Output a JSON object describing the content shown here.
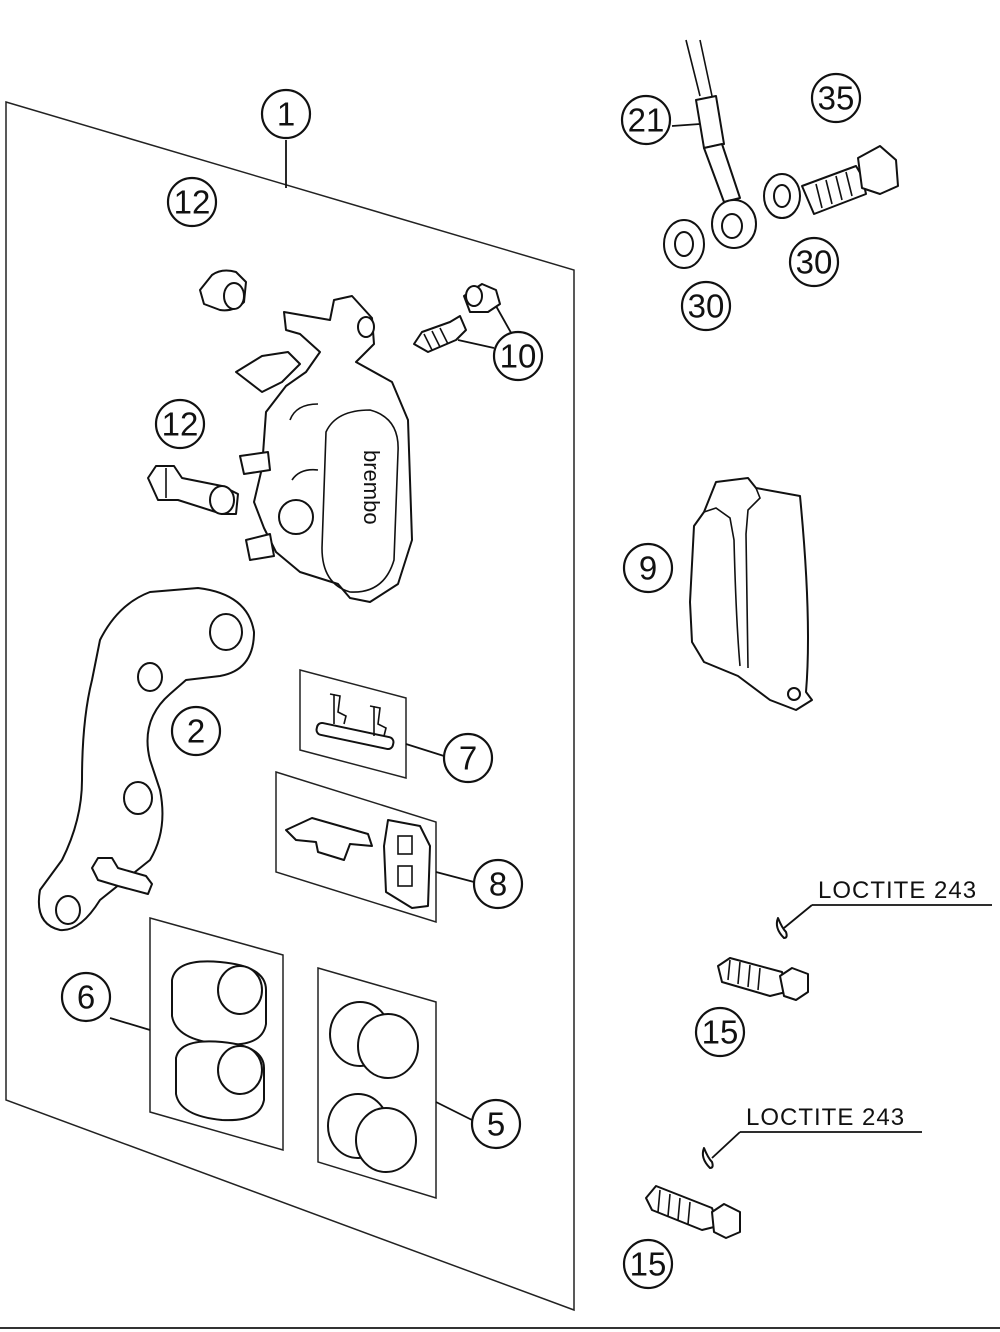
{
  "diagram": {
    "callouts": [
      {
        "id": "c1",
        "label": "1"
      },
      {
        "id": "c12a",
        "label": "12"
      },
      {
        "id": "c10",
        "label": "10"
      },
      {
        "id": "c12b",
        "label": "12"
      },
      {
        "id": "c2",
        "label": "2"
      },
      {
        "id": "c7",
        "label": "7"
      },
      {
        "id": "c8",
        "label": "8"
      },
      {
        "id": "c6",
        "label": "6"
      },
      {
        "id": "c5",
        "label": "5"
      },
      {
        "id": "c21",
        "label": "21"
      },
      {
        "id": "c35",
        "label": "35"
      },
      {
        "id": "c30a",
        "label": "30"
      },
      {
        "id": "c30b",
        "label": "30"
      },
      {
        "id": "c9",
        "label": "9"
      },
      {
        "id": "c15a",
        "label": "15"
      },
      {
        "id": "c15b",
        "label": "15"
      }
    ],
    "notes": {
      "loctite_upper": "LOCTITE 243",
      "loctite_lower": "LOCTITE 243"
    },
    "caliper_brand": "brembo"
  }
}
